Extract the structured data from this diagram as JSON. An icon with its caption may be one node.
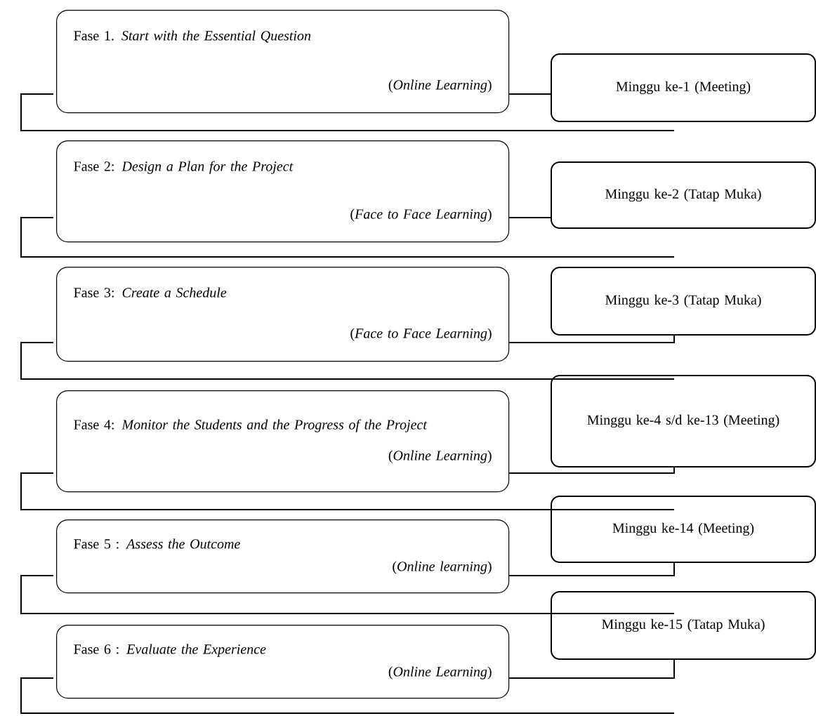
{
  "diagram": {
    "nodes": [
      {
        "text": [
          "Fase 1. *Start with the Essential Question*",
          "(*Online Learning*)"
        ]
      },
      {
        "text": [
          "Fase 2: *Design a Plan for the Project*",
          "(*Face to Face Learning*)"
        ]
      },
      {
        "text": [
          "Fase 3: *Create a Schedule*",
          "(*Face to Face Learning*)"
        ]
      },
      {
        "text": [
          "Fase 4: *Monitor the Students and the Progress of the Project*",
          "(*Online Learning*)"
        ]
      },
      {
        "text": [
          "Fase 5 : *Assess the Outcome*",
          "(*Online learning*)"
        ]
      },
      {
        "text": [
          "Fase 6 : *Evaluate the Experience*",
          "(*Online Learning*)"
        ]
      },
      {
        "text": [
          "Minggu ke-1 (Meeting)"
        ]
      },
      {
        "text": [
          "Minggu ke-2 (Tatap Muka)"
        ]
      },
      {
        "text": [
          "Minggu ke-3 (Tatap Muka)"
        ]
      },
      {
        "text": [
          "Minggu ke-4 s/d ke-13 (Meeting)"
        ]
      },
      {
        "text": [
          "Minggu ke-14 (Meeting)"
        ]
      },
      {
        "text": [
          "Minggu ke-15 (Tatap Muka)"
        ]
      }
    ],
    "edges": [
      {
        "from": 0,
        "to": 6,
        "arrow": "none"
      },
      {
        "from": 1,
        "to": 7,
        "arrow": "none"
      },
      {
        "from": 2,
        "to": 8,
        "arrow": "none"
      },
      {
        "from": 3,
        "to": 9,
        "arrow": "none"
      },
      {
        "from": 4,
        "to": 10,
        "arrow": "none"
      },
      {
        "from": 5,
        "to": 11,
        "arrow": "none"
      }
    ]
  }
}
